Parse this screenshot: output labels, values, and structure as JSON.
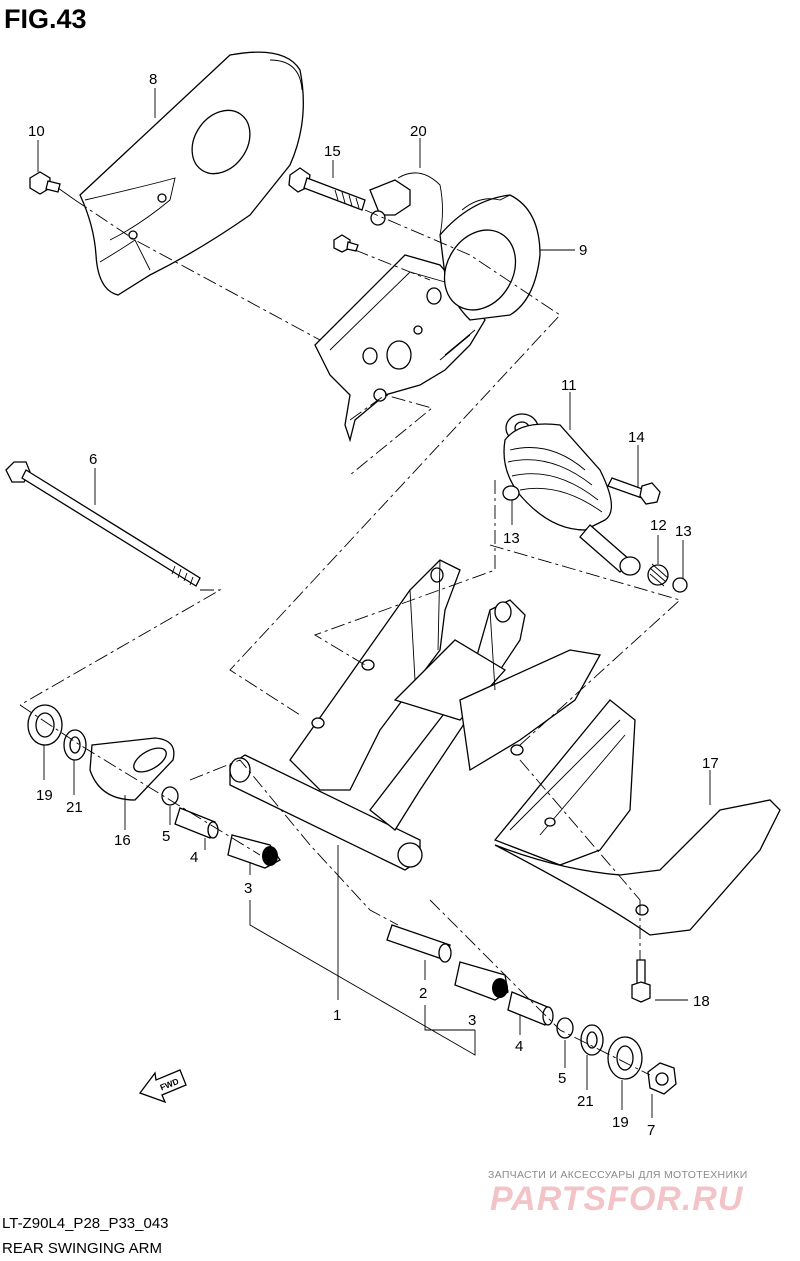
{
  "figure": {
    "title": "FIG.43"
  },
  "footer": {
    "code": "LT-Z90L4_P28_P33_043",
    "caption": "REAR SWINGING ARM"
  },
  "watermark": {
    "tagline": "ЗАПЧАСТИ И АКСЕССУАРЫ ДЛЯ МОТОТЕХНИКИ",
    "brand": "PARTSFOR.RU"
  },
  "direction_badge": "FWD",
  "callouts": {
    "c1": "1",
    "c2": "2",
    "c3a": "3",
    "c3b": "3",
    "c4a": "4",
    "c4b": "4",
    "c5a": "5",
    "c5b": "5",
    "c6": "6",
    "c7": "7",
    "c8": "8",
    "c9": "9",
    "c10": "10",
    "c11": "11",
    "c12": "12",
    "c13a": "13",
    "c13b": "13",
    "c14": "14",
    "c15": "15",
    "c16": "16",
    "c17": "17",
    "c18": "18",
    "c19a": "19",
    "c19b": "19",
    "c20": "20",
    "c21a": "21",
    "c21b": "21"
  }
}
